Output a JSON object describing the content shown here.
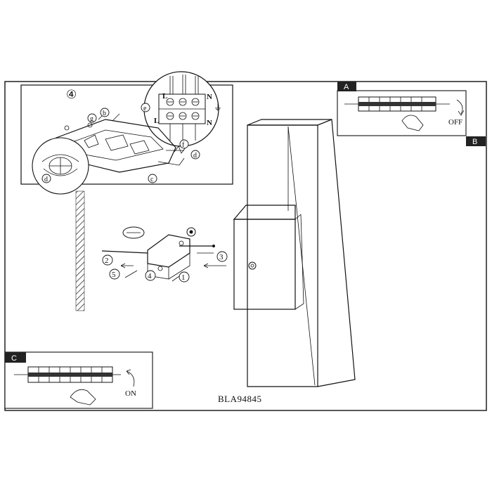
{
  "model_code": "BLA94845",
  "panel_a": {
    "tag": "A",
    "action": "OFF"
  },
  "panel_b": {
    "tag": "B"
  },
  "panel_c": {
    "tag": "C",
    "action": "ON"
  },
  "wiring_inset": {
    "step": "④",
    "terminal_labels": {
      "live_top": "L",
      "neutral_top": "N",
      "earth": "⏚",
      "live_bottom": "L",
      "neutral_bottom": "N"
    },
    "callouts": {
      "b": "b",
      "c": "c",
      "d1": "d",
      "d2": "d",
      "e": "e",
      "f": "f",
      "g": "g"
    }
  },
  "mounting_steps": {
    "s1": "1",
    "s2": "2",
    "s3": "3",
    "s4": "4",
    "s5": "5"
  }
}
